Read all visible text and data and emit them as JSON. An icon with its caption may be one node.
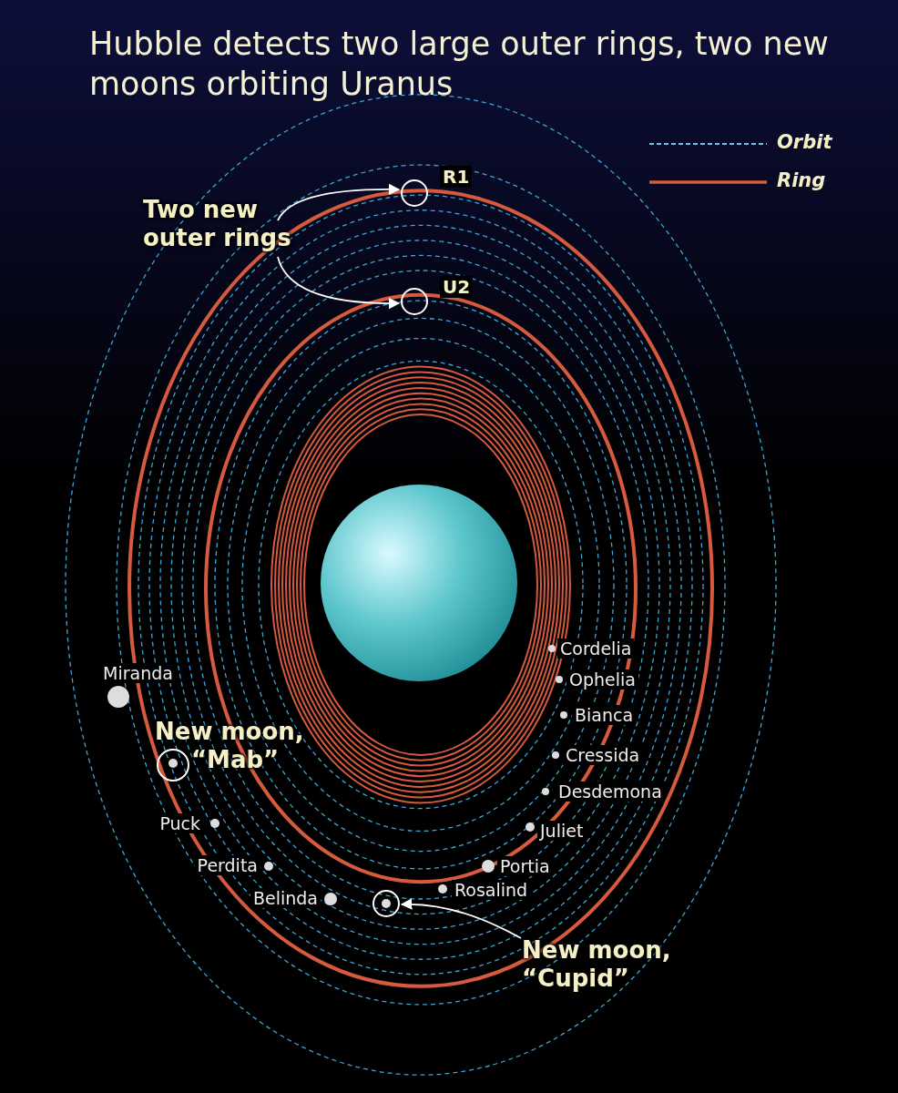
{
  "diagram": {
    "title": "Hubble detects two large outer rings, two new moons orbiting Uranus",
    "nodes": [
      {
        "text": [
          "Two new outer rings"
        ]
      },
      {
        "text": [],
        "shape": "circle",
        "beside": [
          "R1"
        ]
      },
      {
        "text": [],
        "shape": "circle",
        "beside": [
          "U2"
        ]
      },
      {
        "text": [
          "New moon, “Cupid”"
        ]
      },
      {
        "text": [],
        "shape": "circle"
      },
      {
        "text": [],
        "shape": "circle",
        "beside": [
          "New moon, “Mab”"
        ]
      }
    ],
    "edges": [
      {
        "from": 0,
        "to": 1,
        "arrow": "to"
      },
      {
        "from": 0,
        "to": 2,
        "arrow": "to"
      },
      {
        "from": 3,
        "to": 4,
        "arrow": "to"
      }
    ],
    "labels": [
      "Miranda",
      "Cordelia",
      "Ophelia",
      "Bianca",
      "Cressida",
      "Desdemona",
      "Puck",
      "Juliet",
      "Perdita",
      "Portia",
      "Rosalind",
      "Belinda"
    ],
    "legend": [
      {
        "text": "Orbit"
      },
      {
        "text": "Ring"
      }
    ]
  }
}
